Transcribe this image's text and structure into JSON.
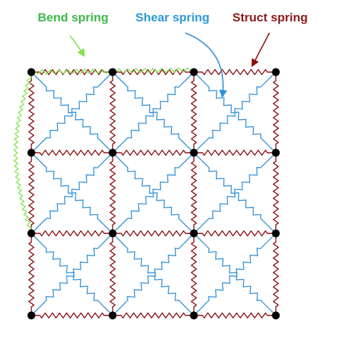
{
  "labels": {
    "bend": "Bend spring",
    "shear": "Shear spring",
    "struct": "Struct spring"
  },
  "colors": {
    "bend": "#7ee34f",
    "shear": "#2f8fd8",
    "struct": "#8b0f12",
    "node": "#000000",
    "label_bend": "#3cb94a",
    "label_shear": "#2a9ad6",
    "label_struct": "#8b1a1a"
  },
  "grid": {
    "rows": 4,
    "cols": 4
  },
  "springs": [
    "bend",
    "shear",
    "struct"
  ]
}
